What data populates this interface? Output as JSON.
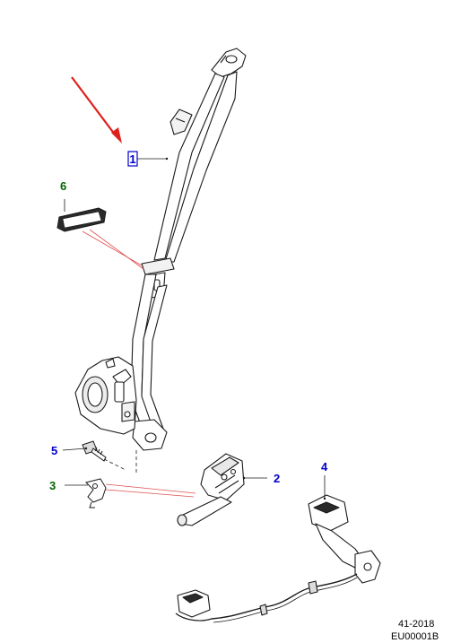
{
  "callouts": [
    {
      "id": "1",
      "label": "1",
      "color": "#0000cc",
      "boxed": true
    },
    {
      "id": "2",
      "label": "2",
      "color": "#0000cc",
      "boxed": false
    },
    {
      "id": "3",
      "label": "3",
      "color": "#006600",
      "boxed": false
    },
    {
      "id": "4",
      "label": "4",
      "color": "#0000cc",
      "boxed": false
    },
    {
      "id": "5",
      "label": "5",
      "color": "#0000cc",
      "boxed": false
    },
    {
      "id": "6",
      "label": "6",
      "color": "#006600",
      "boxed": false
    }
  ],
  "colors": {
    "arrow": "#e0201c",
    "leader_red": "#e05050",
    "outline": "#1a1a1a",
    "part_fill": "#ffffff",
    "part_shade": "#e8e8e8"
  },
  "reference": {
    "page": "41-2018",
    "figure": "EU00001B"
  }
}
